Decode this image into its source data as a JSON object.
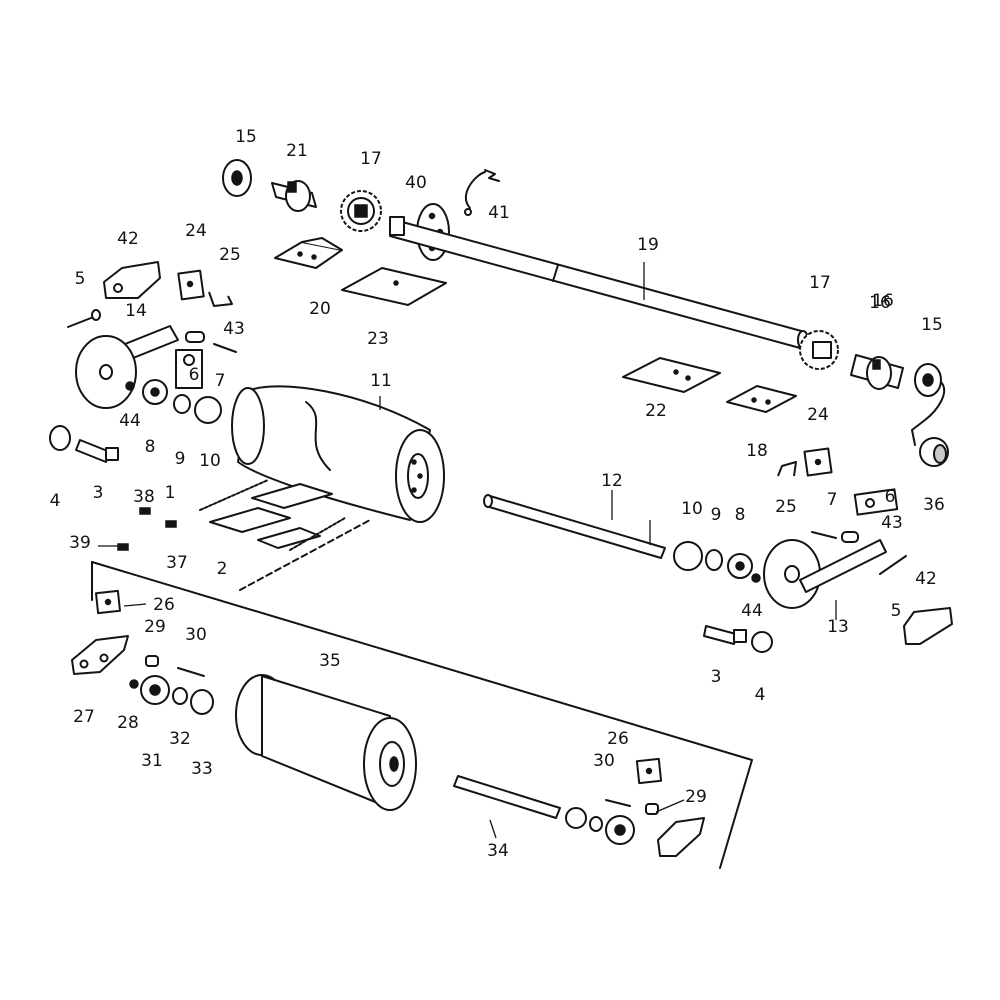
{
  "diagram": {
    "colors": {
      "ink": "#141414",
      "paper": "#ffffff",
      "shade": "#c9c9c9"
    },
    "callouts": [
      "15",
      "21",
      "17",
      "40",
      "41",
      "42",
      "24",
      "25",
      "5",
      "14",
      "43",
      "6",
      "7",
      "20",
      "23",
      "19",
      "16",
      "11",
      "44",
      "8",
      "9",
      "10",
      "4",
      "3",
      "38",
      "1",
      "39",
      "37",
      "2",
      "12",
      "22",
      "18",
      "36",
      "13",
      "26",
      "29",
      "30",
      "27",
      "28",
      "32",
      "31",
      "33",
      "35",
      "34"
    ]
  }
}
